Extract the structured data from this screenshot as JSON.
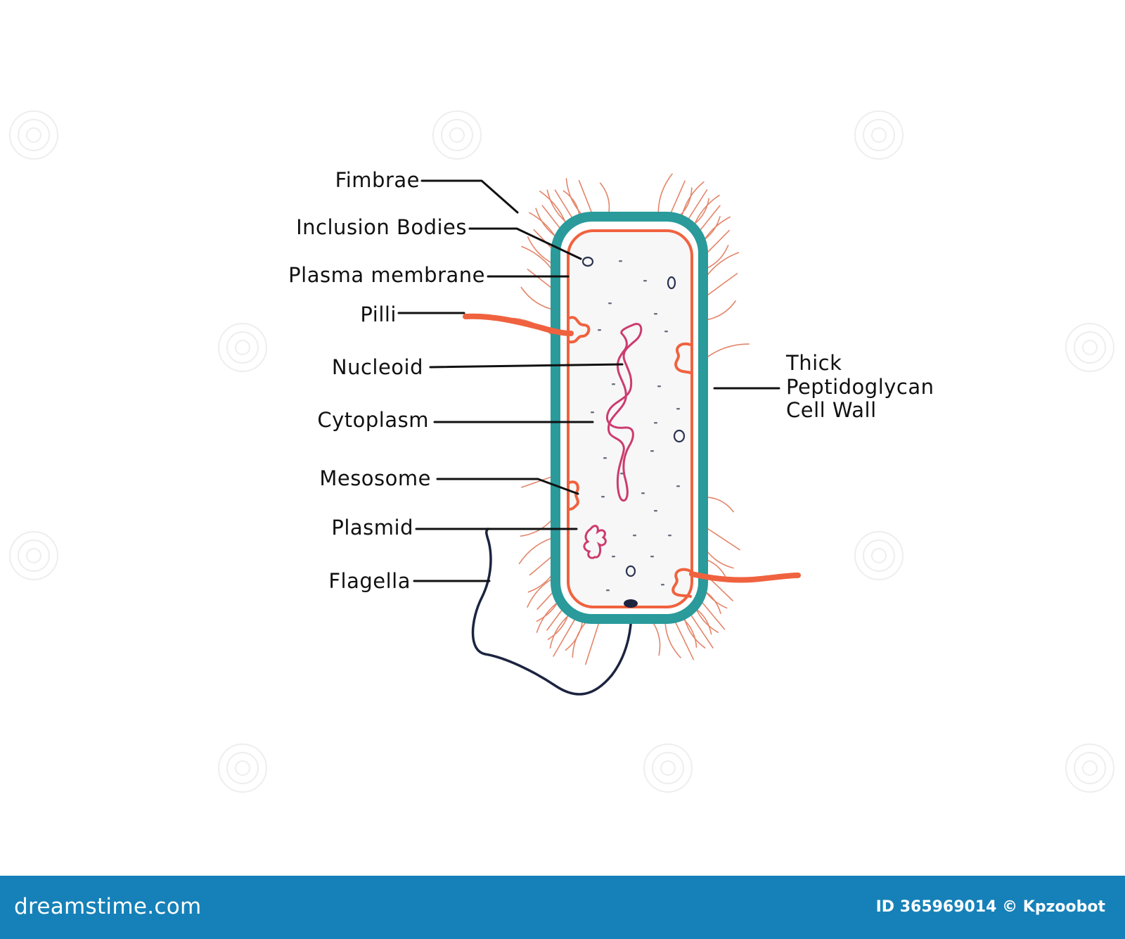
{
  "labels": {
    "fimbrae": "Fimbrae",
    "inclusion_bodies": "Inclusion Bodies",
    "plasma_membrane": "Plasma membrane",
    "pilli": "Pilli",
    "nucleoid": "Nucleoid",
    "cytoplasm": "Cytoplasm",
    "mesosome": "Mesosome",
    "plasmid": "Plasmid",
    "flagella": "Flagella",
    "cell_wall": [
      "Thick",
      "Peptidoglycan",
      "Cell Wall"
    ]
  },
  "footer": {
    "brand": "dreamstime.com",
    "credit": "ID 365969014 © Kpzoobot"
  },
  "colors": {
    "cell_wall": "#2a9a9b",
    "plasma_membrane": "#f0623f",
    "fimbriae": "#e4856a",
    "nucleoid": "#cc3b6f",
    "flagellum": "#1c2440",
    "footer": "#1681b8"
  }
}
